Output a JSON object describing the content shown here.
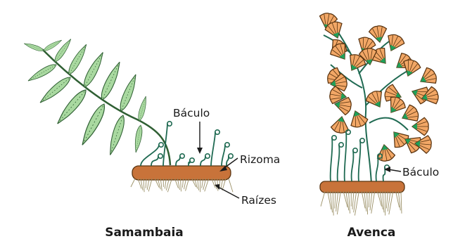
{
  "samambaia": {
    "caption": "Samambaia",
    "labels": {
      "baculo": "Báculo",
      "rizoma": "Rizoma",
      "raizes": "Raízes"
    }
  },
  "avenca": {
    "caption": "Avenca",
    "labels": {
      "baculo": "Báculo"
    }
  },
  "colors": {
    "fern_leaf": "#a9d9a0",
    "fern_outline": "#2f5f33",
    "stem": "#1f6a52",
    "rhizome": "#c8733a",
    "roots": "#9a8f65",
    "avenca_leaflet": "#f2a766",
    "avenca_leaflet_base": "#1fa05a"
  }
}
